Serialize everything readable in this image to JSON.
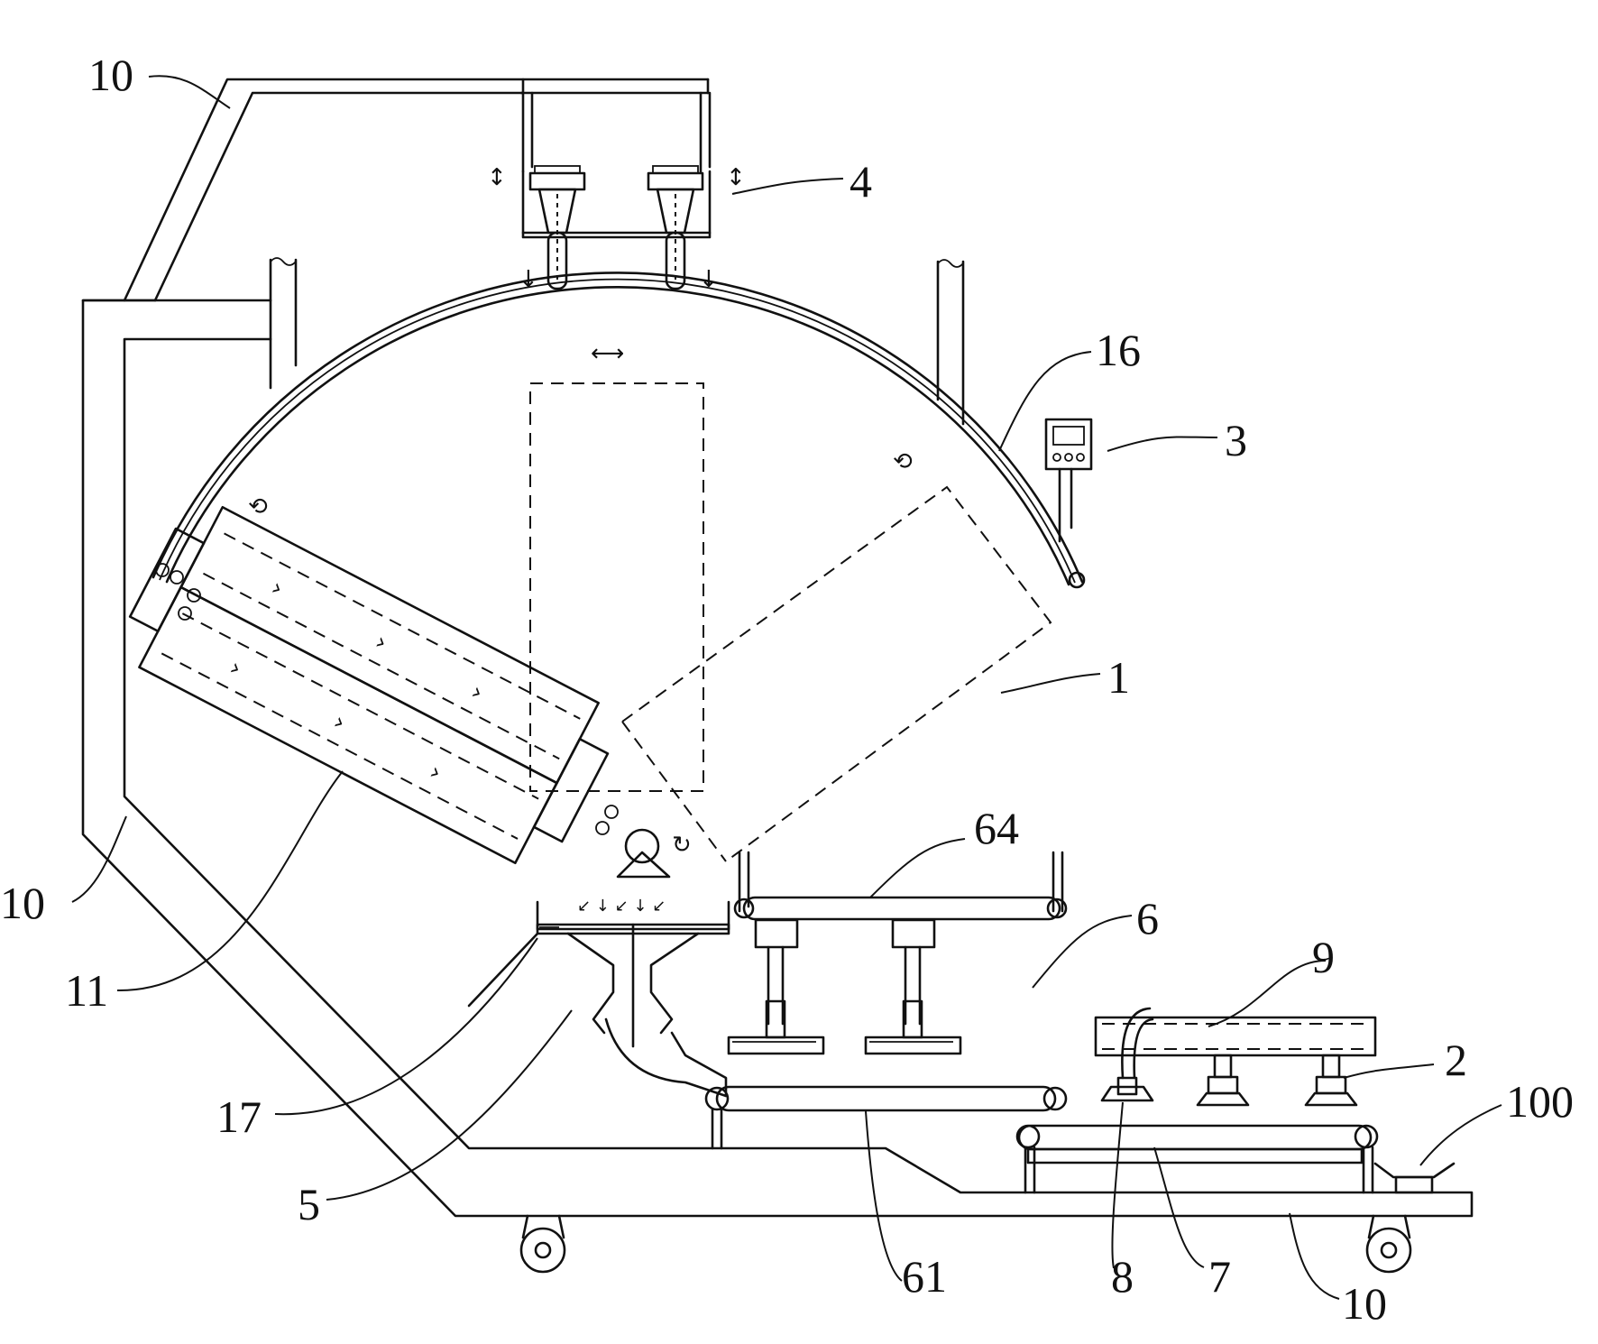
{
  "labels": {
    "frame_top": "10",
    "lifter": "4",
    "track": "16",
    "controller": "3",
    "box": "1",
    "conveyor_top": "64",
    "sander": "6",
    "frame_left": "10",
    "drum": "11",
    "hopper": "9",
    "suction_cup": "2",
    "pedal": "100",
    "chute": "17",
    "funnel": "5",
    "conveyor_bottom": "61",
    "valve": "8",
    "lower_belt": "7",
    "frame_base": "10"
  },
  "icons": {
    "updown": "↕",
    "down": "↓",
    "rotate": "↻",
    "swing": "⟲"
  }
}
